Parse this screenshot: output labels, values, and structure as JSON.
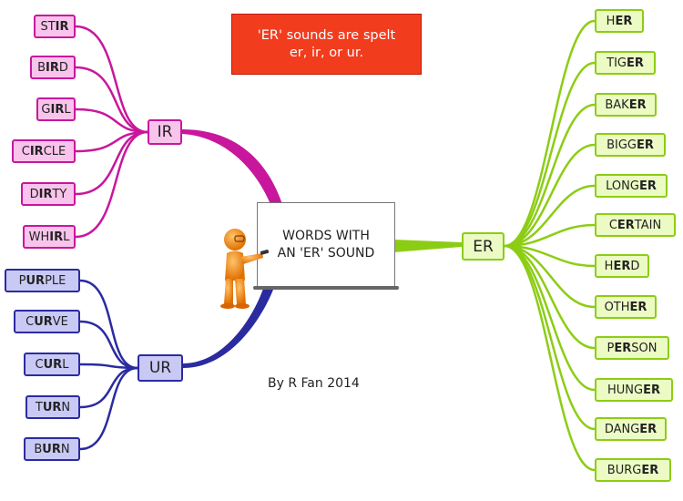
{
  "note": {
    "line1": "'ER' sounds are spelt",
    "line2": "er, ir, or ur."
  },
  "center": {
    "line1": "WORDS WITH",
    "line2": "AN 'ER' SOUND"
  },
  "credit": "By R Fan 2014",
  "hubs": {
    "ir": "IR",
    "ur": "UR",
    "er": "ER"
  },
  "ir_words": [
    {
      "pre": "ST",
      "bold": "IR",
      "post": ""
    },
    {
      "pre": "B",
      "bold": "IR",
      "post": "D"
    },
    {
      "pre": "G",
      "bold": "IR",
      "post": "L"
    },
    {
      "pre": "C",
      "bold": "IR",
      "post": "CLE"
    },
    {
      "pre": "D",
      "bold": "IR",
      "post": "TY"
    },
    {
      "pre": "WH",
      "bold": "IR",
      "post": "L"
    }
  ],
  "ur_words": [
    {
      "pre": "P",
      "bold": "UR",
      "post": "PLE"
    },
    {
      "pre": "C",
      "bold": "UR",
      "post": "VE"
    },
    {
      "pre": "C",
      "bold": "UR",
      "post": "L"
    },
    {
      "pre": "T",
      "bold": "UR",
      "post": "N"
    },
    {
      "pre": "B",
      "bold": "UR",
      "post": "N"
    }
  ],
  "er_words": [
    {
      "pre": "H",
      "bold": "ER",
      "post": ""
    },
    {
      "pre": "TIG",
      "bold": "ER",
      "post": ""
    },
    {
      "pre": "BAK",
      "bold": "ER",
      "post": ""
    },
    {
      "pre": "BIGG",
      "bold": "ER",
      "post": ""
    },
    {
      "pre": "LONG",
      "bold": "ER",
      "post": ""
    },
    {
      "pre": "C",
      "bold": "ER",
      "post": "TAIN"
    },
    {
      "pre": "H",
      "bold": "ER",
      "post": "D"
    },
    {
      "pre": "OTH",
      "bold": "ER",
      "post": ""
    },
    {
      "pre": "P",
      "bold": "ER",
      "post": "SON"
    },
    {
      "pre": "HUNG",
      "bold": "ER",
      "post": ""
    },
    {
      "pre": "DANG",
      "bold": "ER",
      "post": ""
    },
    {
      "pre": "BURG",
      "bold": "ER",
      "post": ""
    }
  ],
  "colors": {
    "ir": "#c8179c",
    "ur": "#2b2ba0",
    "er": "#8ccd14",
    "note_bg": "#f23c1e",
    "figure": "#f08a14"
  }
}
